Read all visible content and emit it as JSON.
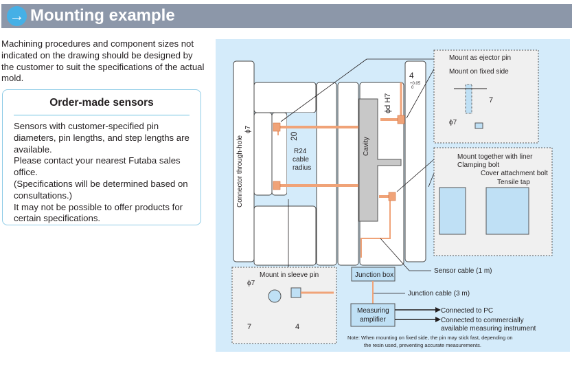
{
  "header": {
    "icon": "arrow-right-icon",
    "icon_glyph": "→",
    "title": "Mounting example"
  },
  "intro_text": "Machining procedures and component sizes not indicated on the drawing should be designed by the customer to suit the specifications of the actual mold.",
  "order_made": {
    "title": "Order-made sensors",
    "lines": [
      "Sensors with customer-specified pin diameters, pin lengths, and step lengths are available.",
      "Please contact your nearest Futaba sales office.",
      "(Specifications will be determined based on consultations.)",
      "It may not be possible to offer products for certain specifications."
    ]
  },
  "diagram": {
    "colors": {
      "panel_bg": "#d4ebfa",
      "cable": "#f0a378",
      "cavity": "#c8c8c8",
      "plate": "#ffffff",
      "inset_bg": "#f0f0f0"
    },
    "labels": {
      "connector_through_hole": "Connector through-hole",
      "phi7": "ϕ7",
      "dim_20": "20",
      "r24": "R24",
      "cable": "cable",
      "radius": "radius",
      "cavity": "Cavity",
      "phi_d_h7": "ϕd H7",
      "dim_4": "4",
      "tol_plus": "+0.05",
      "tol_zero": "0",
      "mount_as_ejector_pin": "Mount as ejector pin",
      "mount_on_fixed_side": "Mount on fixed side",
      "dim_7": "7",
      "mount_together_with_liner": "Mount together with liner",
      "clamping_bolt": "Clamping bolt",
      "cover_attachment_bolt": "Cover attachment bolt",
      "tensile_tap": "Tensile tap",
      "mount_in_sleeve_pin": "Mount in sleeve pin",
      "junction_box": "Junction box",
      "sensor_cable": "Sensor cable (1 m)",
      "junction_cable": "Junction cable (3 m)",
      "measuring": "Measuring",
      "amplifier": "amplifier",
      "connected_pc": "Connected to PC",
      "connected_instr_1": "Connected to commercially",
      "connected_instr_2": "available measuring instrument",
      "note_1": "Note: When mounting on fixed side, the pin may stick fast, depending on",
      "note_2": "the resin used, preventing accurate measurements."
    }
  }
}
